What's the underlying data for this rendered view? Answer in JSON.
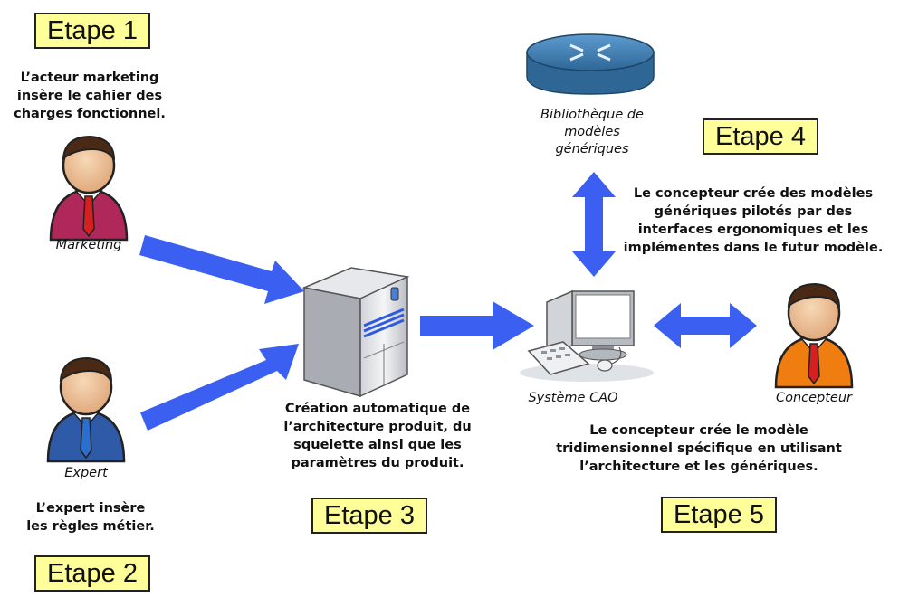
{
  "steps": {
    "step1": "Etape 1",
    "step2": "Etape 2",
    "step3": "Etape 3",
    "step4": "Etape 4",
    "step5": "Etape 5"
  },
  "texts": {
    "marketing_desc": "L’acteur marketing\ninsère le cahier des\ncharges fonctionnel.",
    "expert_desc": "L’expert insère\nles règles métier.",
    "server_desc": "Création automatique de\nl’architecture produit, du\nsquelette ainsi que les\nparamètres du produit.",
    "library_desc": "Le concepteur crée des modèles\ngénériques pilotés par des\ninterfaces ergonomiques et les\nimplémentes dans le futur modèle.",
    "cad_desc": "Le concepteur crée le modèle\ntridimensionnel spécifique en utilisant\nl’architecture et les génériques."
  },
  "labels": {
    "marketing": "Marketing",
    "expert": "Expert",
    "library": "Bibliothèque de\nmodèles\ngénériques",
    "cad_system": "Système CAO",
    "designer": "Concepteur"
  },
  "colors": {
    "arrow": "#3b5ff0",
    "step_box": "#ffff99",
    "marketing_suit": "#b0275a",
    "expert_suit": "#2f5aa8",
    "designer_suit": "#f07d10",
    "tie": "#d62020",
    "library_disk": "#3e80b2"
  },
  "icons": [
    "marketing-person-icon",
    "expert-person-icon",
    "designer-person-icon",
    "server-icon",
    "library-router-icon",
    "cad-workstation-icon"
  ]
}
